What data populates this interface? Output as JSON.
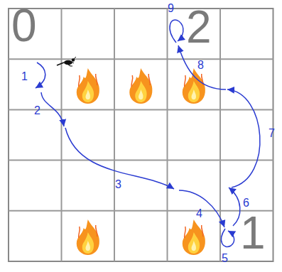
{
  "diagram": {
    "labels": [
      "0",
      "2",
      "1",
      "1",
      "2",
      "3",
      "4",
      "5",
      "6",
      "7",
      "8",
      "9"
    ]
  }
}
